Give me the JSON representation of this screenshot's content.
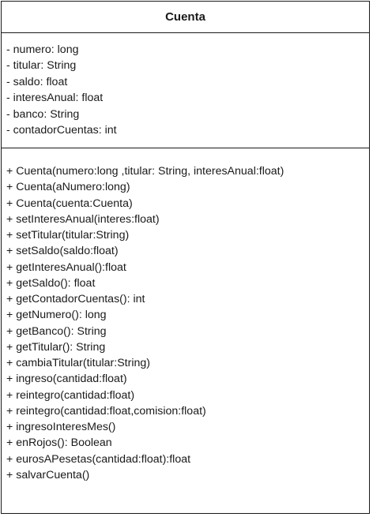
{
  "class_name": "Cuenta",
  "attributes": [
    "- numero: long",
    "- titular: String",
    "- saldo: float",
    "- interesAnual: float",
    "- banco: String",
    "- contadorCuentas: int"
  ],
  "methods": [
    "+ Cuenta(numero:long ,titular: String, interesAnual:float)",
    "+ Cuenta(aNumero:long)",
    "+ Cuenta(cuenta:Cuenta)",
    "+ setInteresAnual(interes:float)",
    "+ setTitular(titular:String)",
    "+ setSaldo(saldo:float)",
    "+ getInteresAnual():float",
    "+ getSaldo(): float",
    "+ getContadorCuentas(): int",
    "+ getNumero(): long",
    "+ getBanco(): String",
    "+ getTitular(): String",
    "+ cambiaTitular(titular:String)",
    "+ ingreso(cantidad:float)",
    "+ reintegro(cantidad:float)",
    "+ reintegro(cantidad:float,comision:float)",
    "+ ingresoInteresMes()",
    "+ enRojos(): Boolean",
    "+ eurosAPesetas(cantidad:float):float",
    "+ salvarCuenta()"
  ]
}
